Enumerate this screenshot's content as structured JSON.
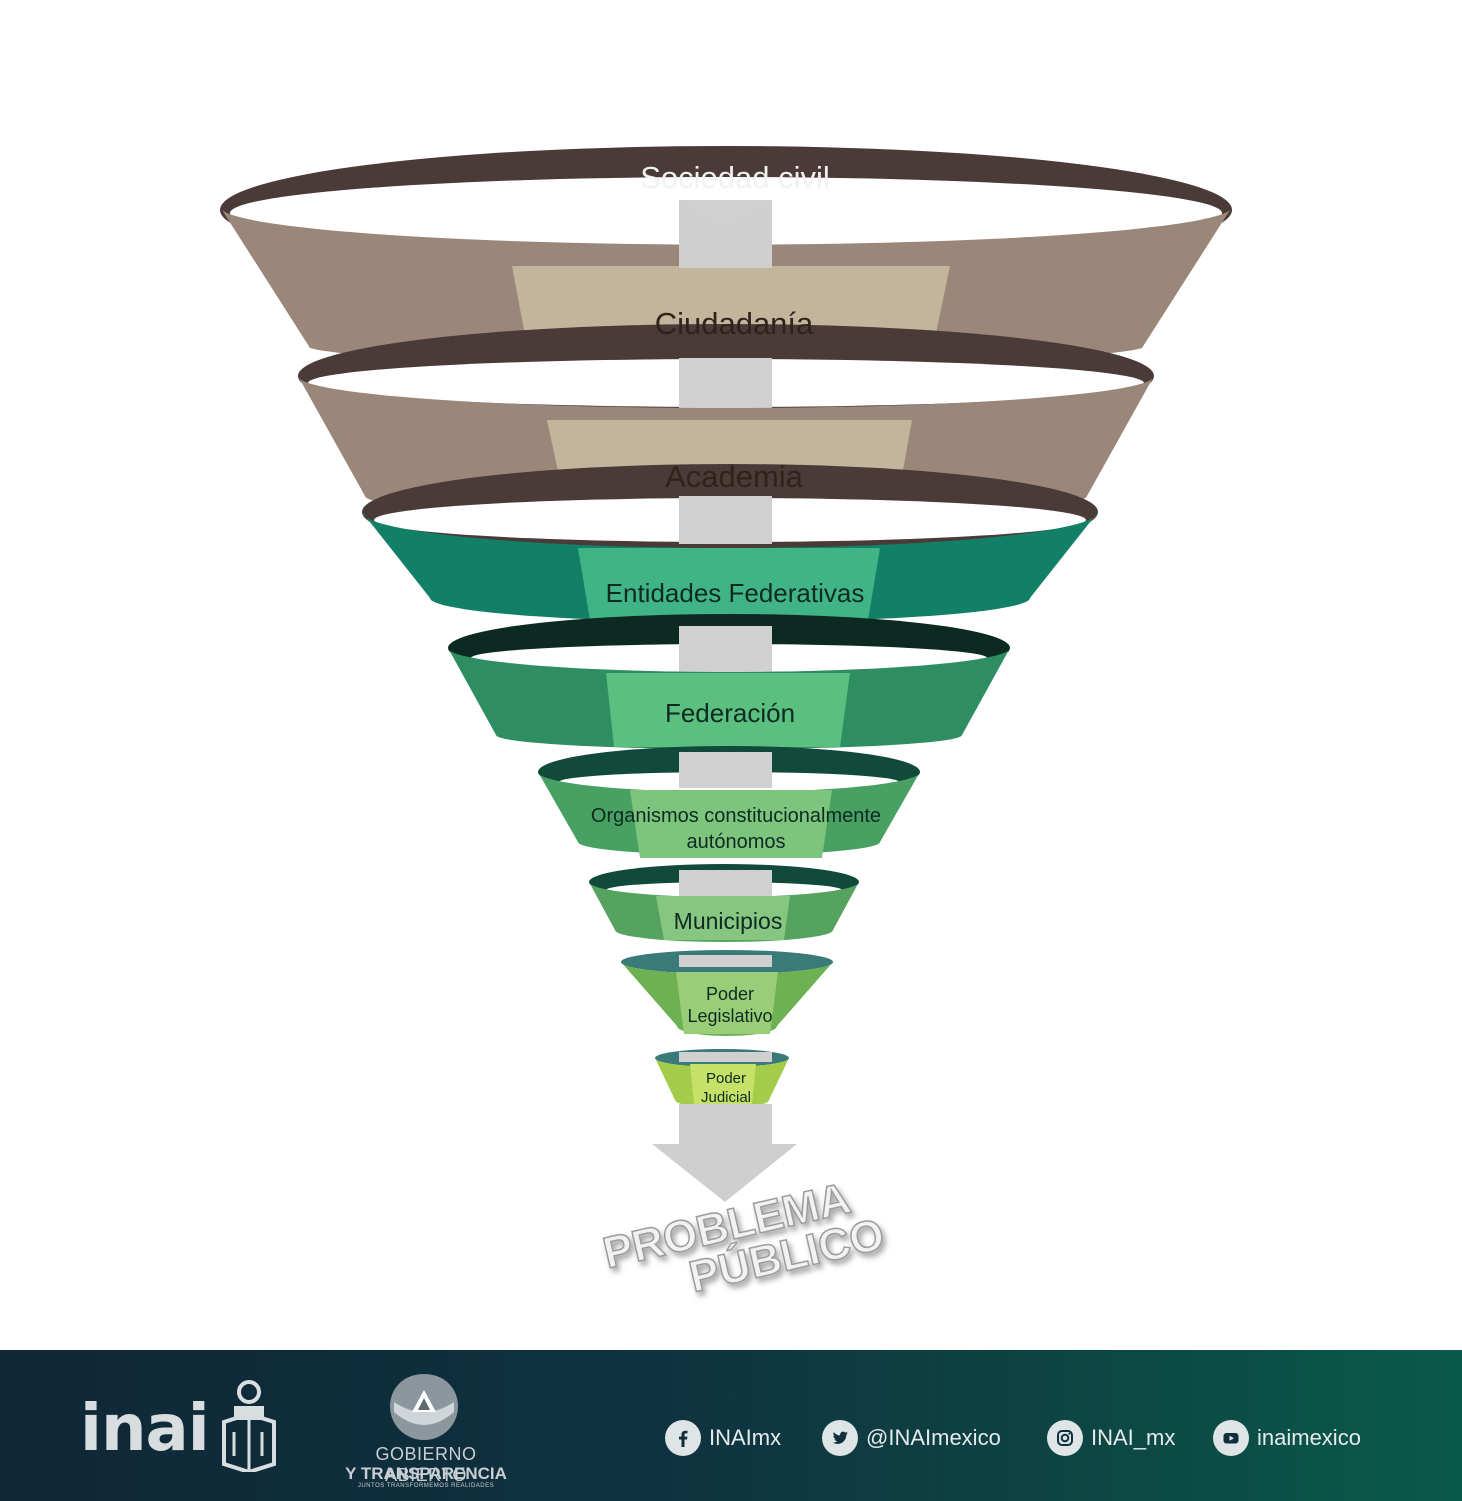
{
  "diagram": {
    "top_label": "Sociedad civil",
    "levels": [
      {
        "label": "Ciudadanía",
        "color": "#9a877a"
      },
      {
        "label": "Academia",
        "color": "#9a877a"
      },
      {
        "label": "Entidades Federativas",
        "color": "#128066"
      },
      {
        "label": "Federación",
        "color": "#2f8e61"
      },
      {
        "label": "Organismos constitucionalmente",
        "label2": "autónomos",
        "color": "#48a062"
      },
      {
        "label": "Municipios",
        "color": "#55a35f"
      },
      {
        "label": "Poder",
        "label2": "Legislativo",
        "color": "#6db153"
      },
      {
        "label": "Poder",
        "label2": "Judicial",
        "color": "#a4cc4b"
      }
    ],
    "destination_line1": "PROBLEMA",
    "destination_line2": "PÚBLICO"
  },
  "footer": {
    "inai_wordmark": "inai",
    "gobierno_line1": "GOBIERNO ABIERTO",
    "gobierno_line2": "Y TRANSPARENCIA",
    "gobierno_tagline": "JUNTOS TRANSFORMEMOS REALIDADES",
    "social": [
      {
        "icon": "facebook-icon",
        "handle": "INAImx"
      },
      {
        "icon": "twitter-icon",
        "handle": "@INAImexico"
      },
      {
        "icon": "instagram-icon",
        "handle": "INAI_mx"
      },
      {
        "icon": "youtube-icon",
        "handle": "inaimexico"
      }
    ]
  }
}
